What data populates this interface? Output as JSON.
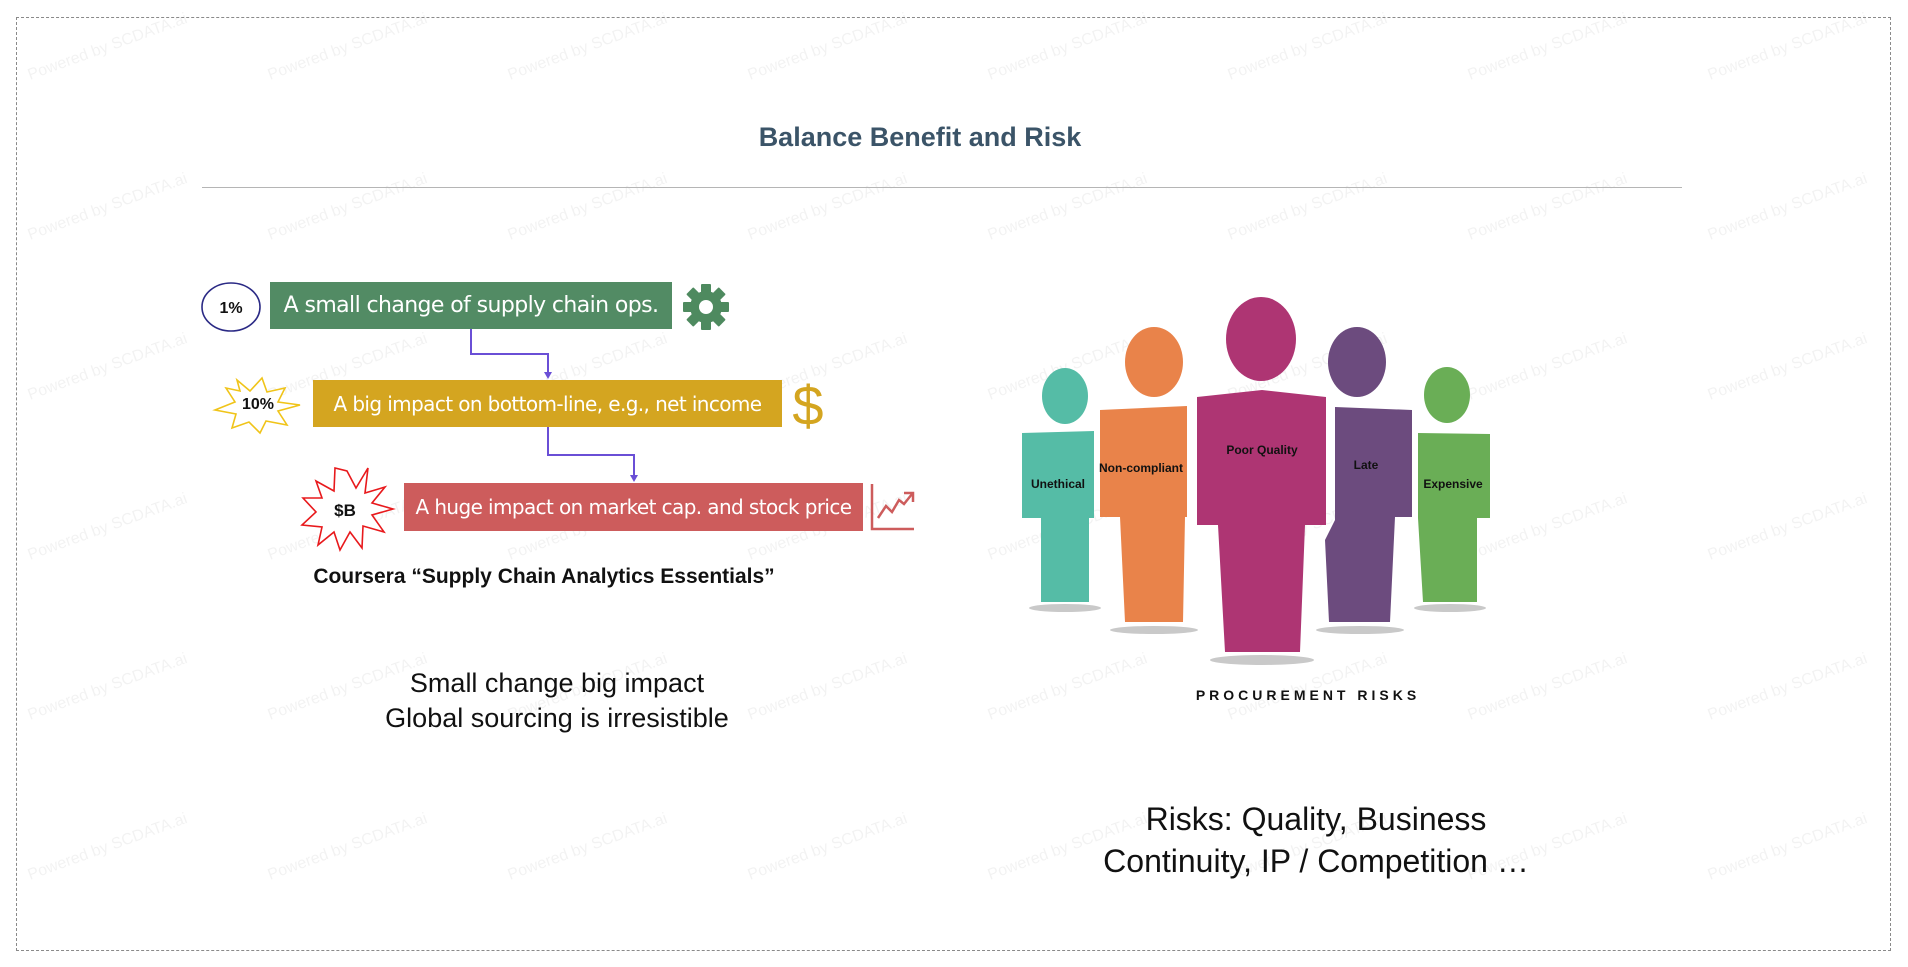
{
  "watermark": "Powered by SCDATA.ai",
  "title": "Balance Benefit and Risk",
  "left": {
    "steps": [
      {
        "badge": "1%",
        "label": "A small change of supply chain ops.",
        "icon": "gear-icon",
        "color": "#528b64"
      },
      {
        "badge": "10%",
        "label": "A big impact on bottom-line, e.g., net income",
        "icon": "dollar-icon",
        "color": "#d4a520"
      },
      {
        "badge": "$B",
        "label": "A huge impact on market cap. and stock price",
        "icon": "trend-chart-icon",
        "color": "#cd5c5c"
      }
    ],
    "dollar_glyph": "$",
    "caption": "Coursera “Supply Chain Analytics Essentials”",
    "note_line1": "Small change big impact",
    "note_line2": "Global sourcing is irresistible"
  },
  "right": {
    "figures": [
      {
        "label": "Unethical",
        "color": "#55bca6"
      },
      {
        "label": "Non-compliant",
        "color": "#e9834a"
      },
      {
        "label": "Poor Quality",
        "color": "#ae3573"
      },
      {
        "label": "Late",
        "color": "#6c4b7e"
      },
      {
        "label": "Expensive",
        "color": "#6aae56"
      }
    ],
    "figure_caption": "PROCUREMENT RISKS",
    "risks_line1": "Risks: Quality, Business",
    "risks_line2": "Continuity, IP / Competition …"
  }
}
